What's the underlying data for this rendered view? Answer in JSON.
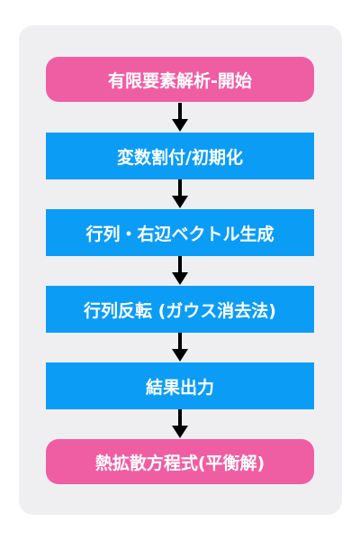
{
  "flowchart": {
    "nodes": [
      {
        "id": "start",
        "shape": "terminal",
        "label": "有限要素解析-開始",
        "color": "#ef5ea3"
      },
      {
        "id": "init",
        "shape": "process",
        "label": "変数割付/初期化",
        "color": "#0b9cf6"
      },
      {
        "id": "assemble",
        "shape": "process",
        "label": "行列・右辺ベクトル生成",
        "color": "#0b9cf6"
      },
      {
        "id": "solve",
        "shape": "process",
        "label": "行列反転 (ガウス消去法)",
        "color": "#0b9cf6"
      },
      {
        "id": "output",
        "shape": "process",
        "label": "結果出力",
        "color": "#0b9cf6"
      },
      {
        "id": "end",
        "shape": "terminal",
        "label": "熱拡散方程式(平衡解)",
        "color": "#ef5ea3"
      }
    ],
    "edges": [
      {
        "from": "start",
        "to": "init"
      },
      {
        "from": "init",
        "to": "assemble"
      },
      {
        "from": "assemble",
        "to": "solve"
      },
      {
        "from": "solve",
        "to": "output"
      },
      {
        "from": "output",
        "to": "end"
      }
    ],
    "arrow_color": "#000000",
    "panel_color": "#efeef1"
  }
}
